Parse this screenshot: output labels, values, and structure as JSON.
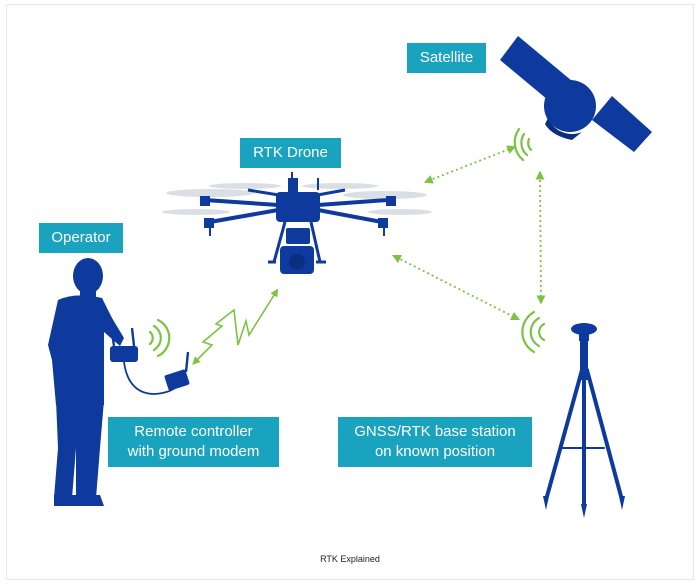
{
  "labels": {
    "satellite": "Satellite",
    "drone": "RTK Drone",
    "operator": "Operator",
    "controller_line1": "Remote controller",
    "controller_line2": "with ground modem",
    "base_line1": "GNSS/RTK base station",
    "base_line2": "on known position"
  },
  "caption": "RTK Explained",
  "colors": {
    "silhouette": "#0d3a9c",
    "label_bg": "#19a3bf",
    "signal": "#7dc242"
  },
  "icons": [
    "satellite-icon",
    "drone-icon",
    "operator-icon",
    "remote-controller-icon",
    "ground-modem-icon",
    "tripod-base-station-icon",
    "signal-wave-icon"
  ]
}
